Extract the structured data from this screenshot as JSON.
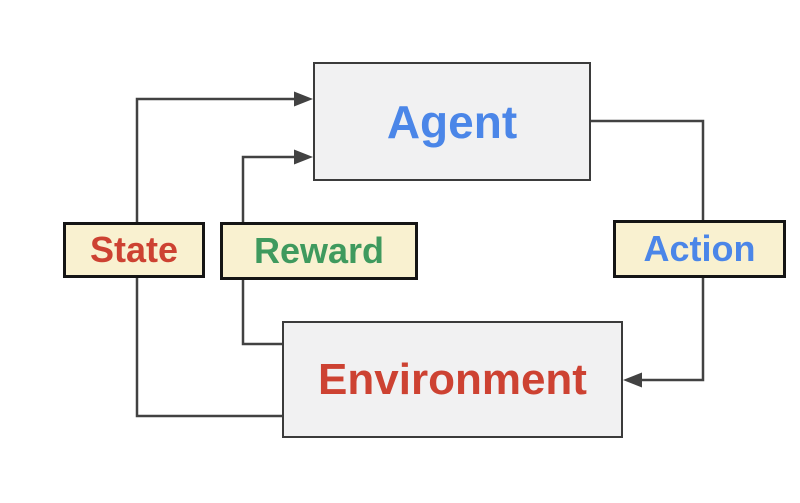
{
  "nodes": {
    "agent": {
      "label": "Agent"
    },
    "environment": {
      "label": "Environment"
    },
    "state": {
      "label": "State"
    },
    "reward": {
      "label": "Reward"
    },
    "action": {
      "label": "Action"
    }
  },
  "edges": [
    {
      "name": "state-edge",
      "from": "environment",
      "to": "agent",
      "via": "state"
    },
    {
      "name": "reward-edge",
      "from": "environment",
      "to": "agent",
      "via": "reward"
    },
    {
      "name": "action-edge",
      "from": "agent",
      "to": "environment",
      "via": "action"
    }
  ],
  "colors": {
    "blue": "#4b86e8",
    "red": "#cd4232",
    "green": "#3f9a5e",
    "line-gray": "#424242",
    "box-gray-fill": "#f1f1f2",
    "box-gray-border": "#3b3b3b",
    "label-cream-fill": "#f9f1d0",
    "label-black-border": "#151515"
  }
}
